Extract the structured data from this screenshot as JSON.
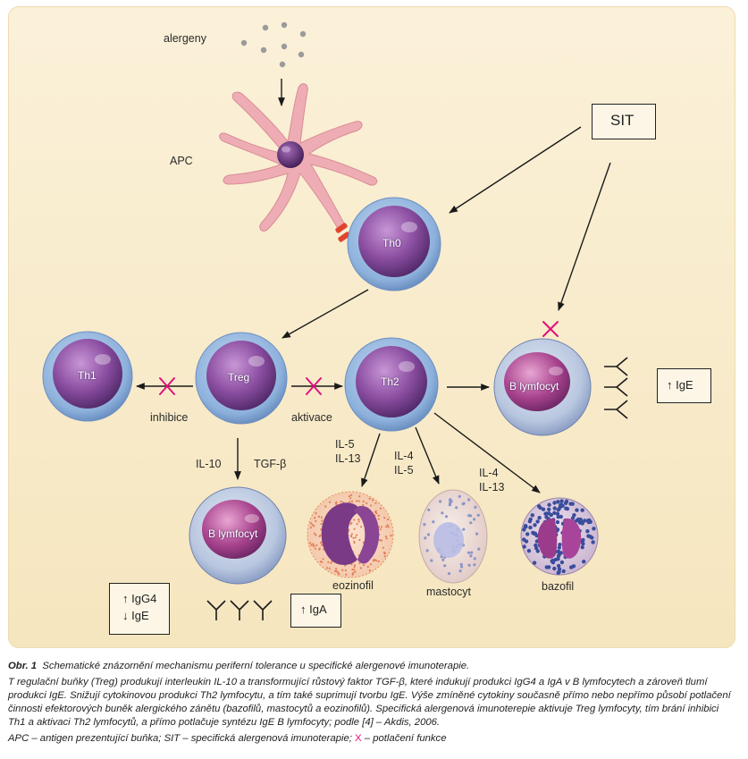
{
  "labels": {
    "allergens": "alergeny",
    "apc": "APC",
    "th0": "Th0",
    "th1": "Th1",
    "treg": "Treg",
    "th2": "Th2",
    "b_lymph_right": "B lymfocyt",
    "b_lymph_bottom": "B lymfocyt",
    "inhibition": "inhibice",
    "activation": "aktivace",
    "il10": "IL-10",
    "tgfb": "TGF-β",
    "th2_left_1": "IL-5",
    "th2_left_2": "IL-13",
    "th2_mid_1": "IL-4",
    "th2_mid_2": "IL-5",
    "th2_right_1": "IL-4",
    "th2_right_2": "IL-13",
    "eosinophil": "eozinofil",
    "mast_cell": "mastocyt",
    "basophil": "bazofil"
  },
  "boxes": {
    "sit": "SIT",
    "ige_up": "↑ IgE",
    "igg4_up": "↑ IgG4",
    "ige_down": "↓ IgE",
    "iga_up": "↑ IgA"
  },
  "caption": {
    "fig_label": "Obr. 1",
    "title": "Schematické znázornění mechanismu periferní tolerance u specifické alergenové imunoterapie.",
    "para": "T regulační buňky (Treg) produkují interleukin IL-10 a transformující růstový faktor TGF-β, které indukují produkci IgG4 a IgA v B lymfocytech a zároveň tlumí produkci IgE. Snižují cytokinovou produkci Th2 lymfocytu, a tím také suprimují tvorbu IgE. Výše zmíněné cytokiny současně přímo nebo nepřímo působí potlačení činnosti efektorových buněk alergického zánětu (bazofilů, mastocytů a eozinofilů). Specifická alergenová imunoterepie aktivuje Treg lymfocyty, tím brání inhibici Th1 a aktivaci Th2 lymfocytů, a přímo potlačuje syntézu IgE B lymfocyty; podle [4] – Akdis, 2006.",
    "abbr_prefix": "APC – antigen prezentující buňka; SIT – specifická alergenová imunoterapie;",
    "abbr_x": "X",
    "abbr_suffix": "– potlačení funkce"
  },
  "colors": {
    "panel_bg": "#f7e9c6",
    "nucleus": "#8a4f9e",
    "cell_membrane": "#7fa6d4",
    "apc": "#eba7ae",
    "inhibit_x": "#e0107a",
    "arrow": "#1a1a1a"
  }
}
